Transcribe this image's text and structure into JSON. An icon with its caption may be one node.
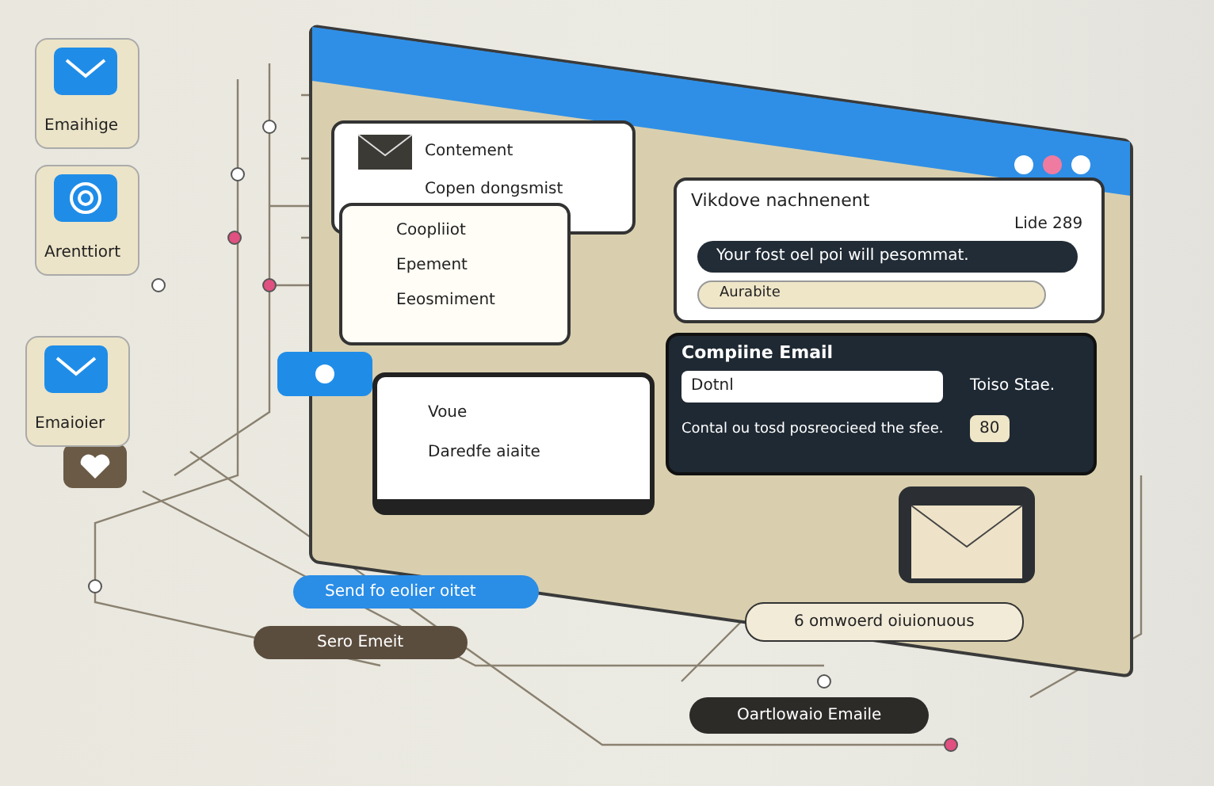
{
  "diagram": {
    "labels": [
      "Emaihige",
      "Contement",
      "Copen dongsmist",
      "Arenttiort",
      "Coopliiot",
      "Epement",
      "Eeosmiment",
      "Vikdove nachnenent",
      "Your fost oel poi will pesommat.",
      "Lide 289",
      "Aurabite",
      "Compiine Email",
      "Dotnl",
      "Contal ou tosd posreocieed the sfee.",
      "Toiso Stae.",
      "80",
      "Voue",
      "Daredfe aiaite",
      "Emaioier",
      "Send fo eolier oitet",
      "Sero Emeit",
      "6 omwoerd oiuionuous",
      "Oartlowaio Emaile"
    ]
  }
}
